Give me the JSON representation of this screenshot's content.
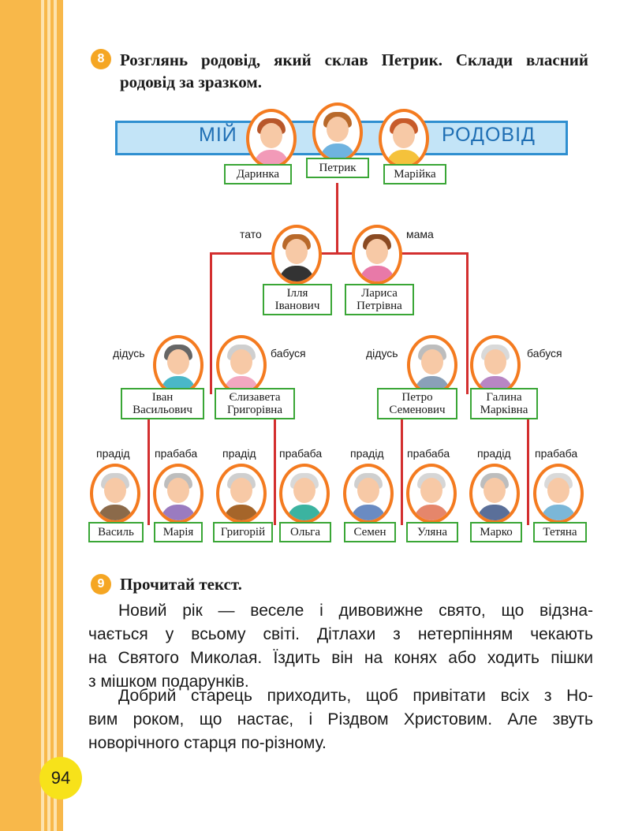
{
  "task8": {
    "number": "8",
    "line1": "Розглянь родовід, який склав Петрик. Склади власний",
    "line2": "родовід за зразком."
  },
  "banner": {
    "left_word": "МІЙ",
    "right_word": "РОДОВІД"
  },
  "children": [
    {
      "name": "Даринка"
    },
    {
      "name": "Петрик"
    },
    {
      "name": "Марійка"
    }
  ],
  "parents": [
    {
      "role": "тато",
      "name1": "Ілля",
      "name2": "Іванович"
    },
    {
      "role": "мама",
      "name1": "Лариса",
      "name2": "Петрівна"
    }
  ],
  "grandparents": [
    {
      "role": "дідусь",
      "name1": "Іван",
      "name2": "Васильович"
    },
    {
      "role": "бабуся",
      "name1": "Єлизавета",
      "name2": "Григорівна"
    },
    {
      "role": "дідусь",
      "name1": "Петро",
      "name2": "Семенович"
    },
    {
      "role": "бабуся",
      "name1": "Галина",
      "name2": "Марківна"
    }
  ],
  "great_grandparents": [
    {
      "role": "прадід",
      "name": "Василь"
    },
    {
      "role": "прабаба",
      "name": "Марія"
    },
    {
      "role": "прадід",
      "name": "Григорій"
    },
    {
      "role": "прабаба",
      "name": "Ольга"
    },
    {
      "role": "прадід",
      "name": "Семен"
    },
    {
      "role": "прабаба",
      "name": "Уляна"
    },
    {
      "role": "прадід",
      "name": "Марко"
    },
    {
      "role": "прабаба",
      "name": "Тетяна"
    }
  ],
  "task9": {
    "number": "9",
    "title": "Прочитай текст."
  },
  "paragraph1": [
    "Новий рік — веселе і дивовижне свято, що відзна-",
    "чається у всьому світі. Дітлахи з нетерпінням чекають",
    "на Святого Миколая. Їздить він на конях або ходить пішки",
    "з мішком подарунків."
  ],
  "paragraph2": [
    "Добрий старець приходить, щоб привітати всіх з Но-",
    "вим роком, що настає, і Різдвом Христовим. Але звуть",
    "новорічного старця по-різному."
  ],
  "page_number": "94",
  "colors": {
    "sidebar": "#f8b84a",
    "badge": "#f5a623",
    "frame": "#f47b20",
    "tag_border": "#3aa636",
    "lines": "#d32f2f",
    "banner": "#c3e4f7"
  }
}
